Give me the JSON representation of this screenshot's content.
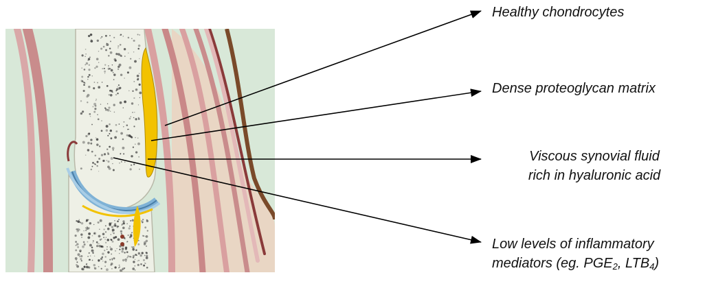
{
  "labels": {
    "chondrocytes": "Healthy chondrocytes",
    "matrix": "Dense proteoglycan matrix",
    "synovial_line1": "Viscous synovial fluid",
    "synovial_line2": "rich in hyaluronic acid",
    "mediators_line1": "Low levels of inflammatory",
    "mediators_prefix": "mediators (eg. PGE",
    "mediators_sub1": "2",
    "mediators_mid": ", LTB",
    "mediators_sub2": "4",
    "mediators_suffix": ")"
  },
  "colors": {
    "background_panel": "#d8e8d8",
    "bone_fill": "#eef0e6",
    "bone_speckle": "#3a3a3a",
    "tendon_pink": "#d9a0a0",
    "tendon_dark": "#8a3a3a",
    "fluid_yellow": "#f2c200",
    "cartilage_blue": "#7fb2d6",
    "arrow": "#000000"
  }
}
